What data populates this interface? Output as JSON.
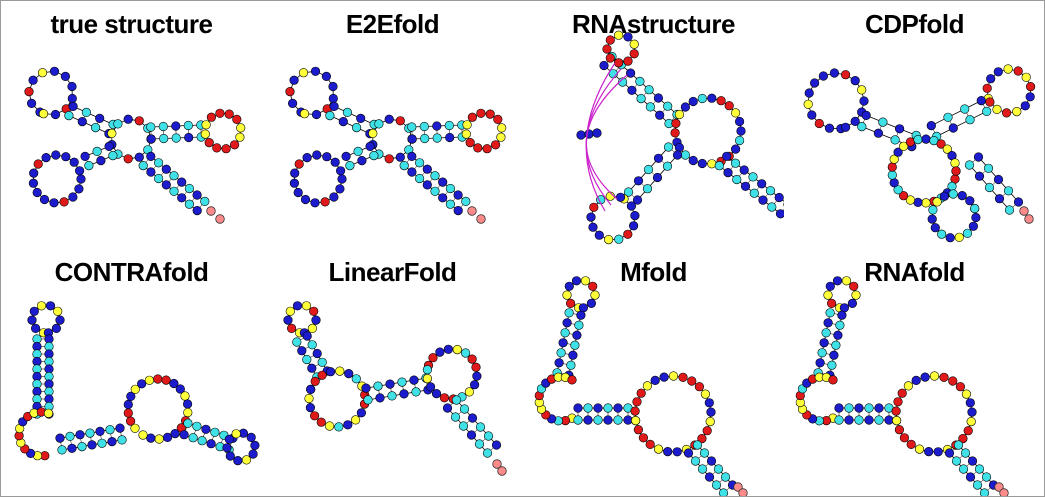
{
  "figure": {
    "colors": {
      "stem": "#1c1ccc",
      "paired": "#3fe0e6",
      "hairpin": "#ffff3a",
      "loop": "#e01a1a",
      "backbone": "#000000",
      "pseudoknot": "#cc22cc",
      "end": "#ff8a8a"
    },
    "panels": [
      {
        "title": "true structure",
        "layout": "A"
      },
      {
        "title": "E2Efold",
        "layout": "A"
      },
      {
        "title": "RNAstructure",
        "layout": "B"
      },
      {
        "title": "CDPfold",
        "layout": "C"
      },
      {
        "title": "CONTRAfold",
        "layout": "D"
      },
      {
        "title": "LinearFold",
        "layout": "E"
      },
      {
        "title": "Mfold",
        "layout": "F"
      },
      {
        "title": "RNAfold",
        "layout": "F"
      }
    ]
  }
}
